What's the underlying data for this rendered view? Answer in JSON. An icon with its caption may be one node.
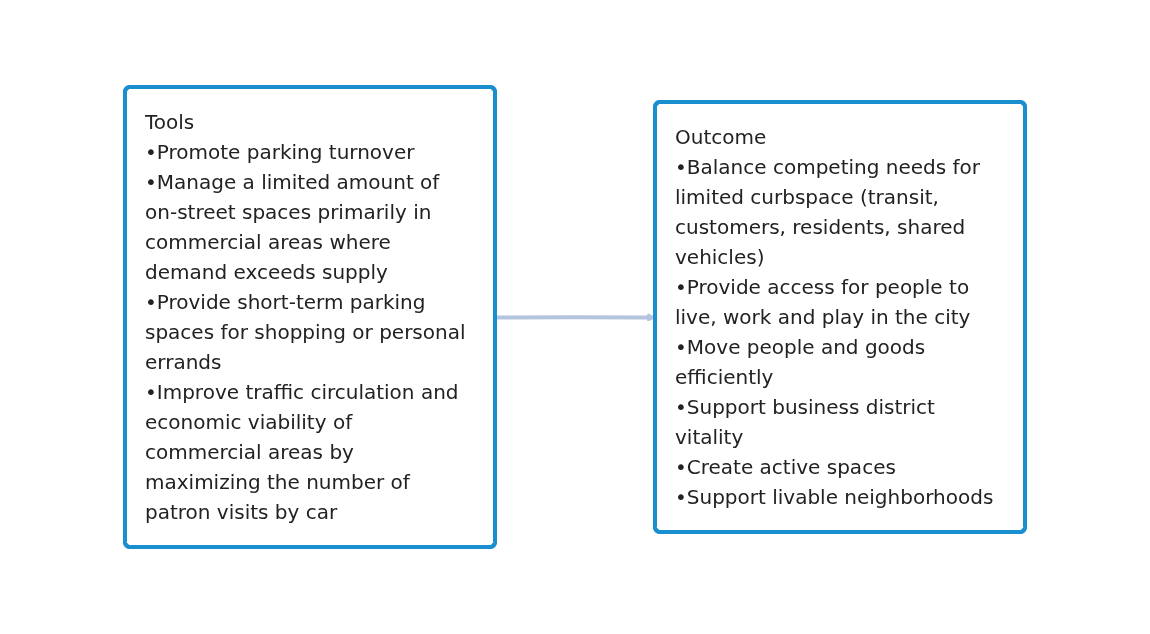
{
  "diagram": {
    "nodes": [
      {
        "text": [
          "Tools",
          "•Promote parking turnover",
          "•Manage a limited amount of on-street spaces primarily in commercial areas where demand exceeds supply",
          "•Provide short-term parking spaces for shopping or personal errands",
          "•Improve traffic circulation and economic viability of commercial areas by maximizing the number of patron visits by car"
        ]
      },
      {
        "text": [
          "Outcome",
          "•Balance competing needs for limited curbspace (transit, customers, residents, shared vehicles)",
          "•Provide access for people to live, work and play in the city",
          "•Move people and goods efficiently",
          "•Support business district vitality",
          "•Create active spaces",
          "•Support livable neighborhoods"
        ]
      }
    ],
    "edges": [
      {
        "from": 0,
        "to": 1,
        "arrow": "to",
        "color": "#b4c3de"
      }
    ]
  }
}
